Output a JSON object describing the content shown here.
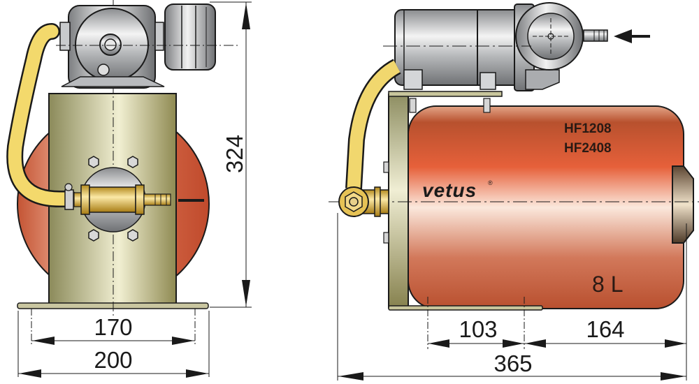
{
  "drawing": {
    "front_view": {
      "dimensions": {
        "height": "324",
        "mount_hole_spacing": "170",
        "base_width": "200"
      },
      "outlet_arrow": "outlet-arrow"
    },
    "side_view": {
      "dimensions": {
        "hole_to_mount": "103",
        "mount_to_end": "164",
        "overall_length": "365"
      },
      "tank_labels": {
        "model_1": "HF1208",
        "model_2": "HF2408",
        "volume": "8 L",
        "brand": "vetus",
        "registered_mark": "®"
      },
      "inlet_arrow": "inlet-arrow"
    },
    "colors": {
      "tank_red": "#d9603c",
      "tank_red_dark": "#b84a2c",
      "bracket_olive": "#b5b283",
      "hose_yellow": "#f1d66a",
      "fitting_brass": "#d8b23c",
      "motor_gray": "#a9abad",
      "line": "#1a1a1a"
    }
  }
}
